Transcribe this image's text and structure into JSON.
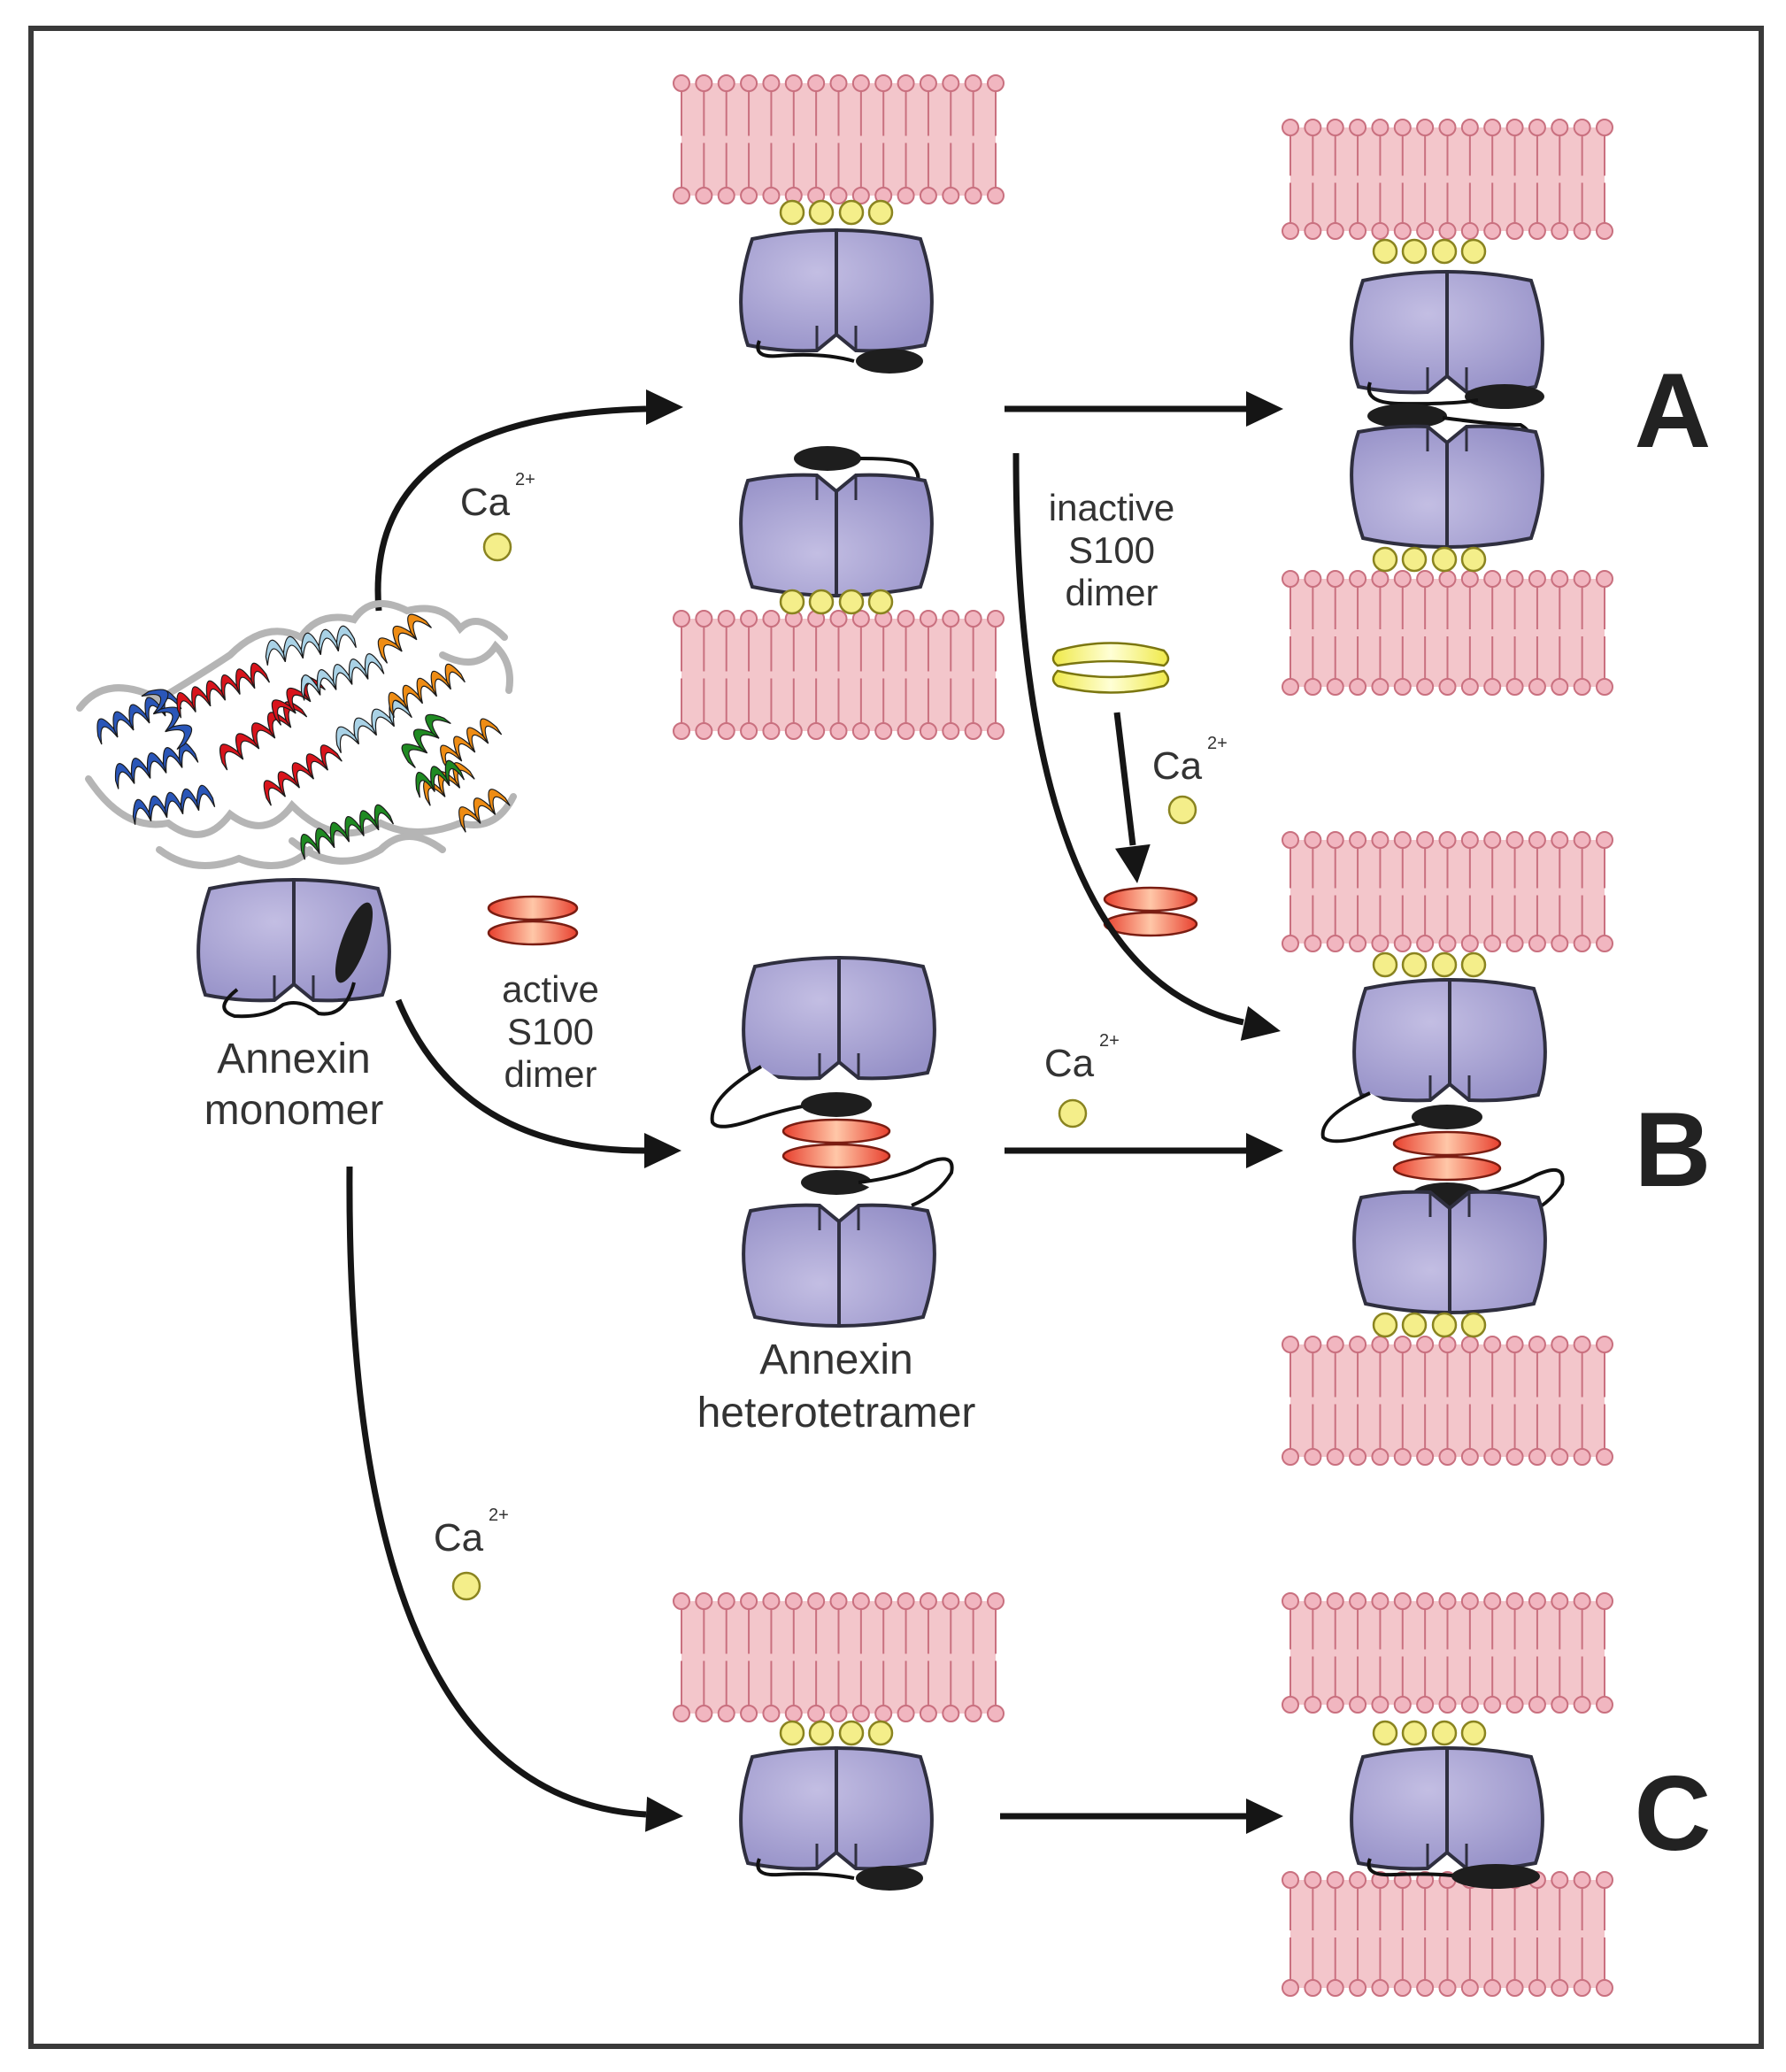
{
  "labels": {
    "annexin_monomer_line1": "Annexin",
    "annexin_monomer_line2": "monomer",
    "active_line1": "active",
    "active_line2": "S100",
    "active_line3": "dimer",
    "inactive_line1": "inactive",
    "inactive_line2": "S100",
    "inactive_line3": "dimer",
    "hetero_line1": "Annexin",
    "hetero_line2": "heterotetramer",
    "calcium": "Ca",
    "calcium_charge": "2+",
    "panel_a": "A",
    "panel_b": "B",
    "panel_c": "C"
  },
  "colors": {
    "membrane_pink": "#f3c6cb",
    "lipid_head": "#f1b6c0",
    "lipid_outline": "#c9707f",
    "annexin_purple": "#a9a4d2",
    "annexin_outline": "#2f2f3f",
    "calcium_yellow": "#f4ee8a",
    "s100_active_red": "#f05a45",
    "s100_inactive_yellow": "#f7f36a",
    "n_terminus_black": "#1e1e1e",
    "helix_blue": "#2a56b8",
    "helix_red": "#d8141c",
    "helix_lightblue": "#a9d2e6",
    "helix_orange": "#ee8c14",
    "helix_green": "#1f8a22"
  },
  "icons": {
    "protein": "annexin-ribbon-structure",
    "membrane": "lipid-bilayer",
    "calcium": "calcium-ion",
    "s100": "s100-dimer"
  }
}
